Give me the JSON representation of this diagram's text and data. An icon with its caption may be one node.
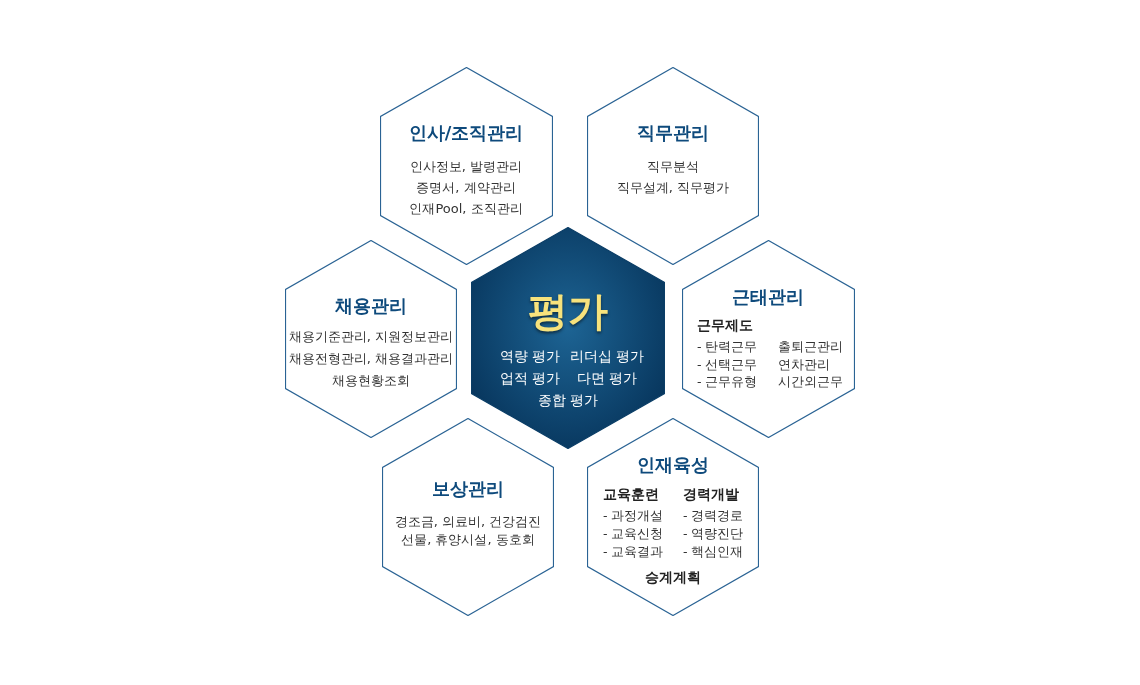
{
  "diagram": {
    "nodes": [
      {
        "text": [
          "인사/조직관리",
          "인사정보, 발령관리",
          "증명서, 계약관리",
          "인재Pool,  조직관리"
        ]
      },
      {
        "text": [
          "직무관리",
          "직무분석",
          "직무설계, 직무평가"
        ]
      },
      {
        "text": [
          "채용관리",
          "채용기준관리, 지원정보관리",
          "채용전형관리, 채용결과관리",
          "채용현황조회"
        ]
      },
      {
        "text": [
          "평가",
          "역량 평가",
          "리더십 평가",
          "업적 평가",
          "다면 평가",
          "종합 평가"
        ]
      },
      {
        "text": [
          "근태관리",
          "근무제도",
          "- 탄력근무",
          "- 선택근무",
          "- 근무유형",
          "출퇴근관리",
          "연차관리",
          "시간외근무"
        ]
      },
      {
        "text": [
          "보상관리",
          "경조금, 의료비, 건강검진",
          "선물, 휴양시설, 동호회"
        ]
      },
      {
        "text": [
          "인재육성",
          "교육훈련",
          "- 과정개설",
          "- 교육신청",
          "- 교육결과",
          "경력개발",
          "- 경력경로",
          "- 역량진단",
          "- 핵심인재",
          "승계계획"
        ]
      }
    ]
  }
}
